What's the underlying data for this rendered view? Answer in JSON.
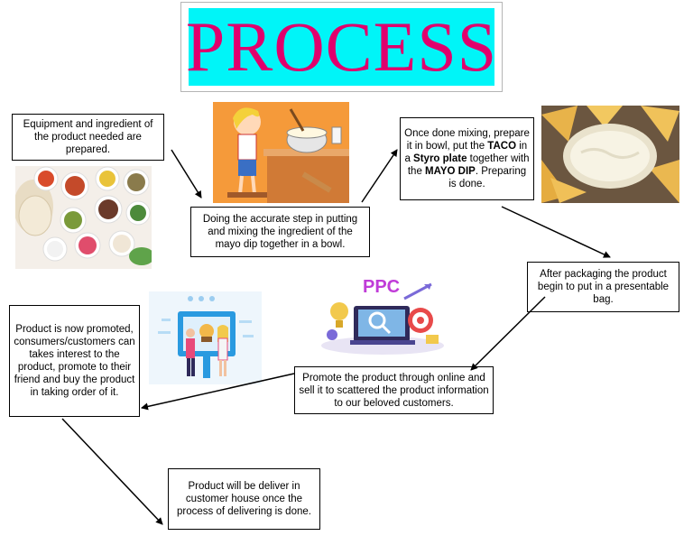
{
  "title": "PROCESS",
  "steps": {
    "s1": "Equipment and ingredient of the product needed are prepared.",
    "s2": "Doing the accurate step in putting and mixing the ingredient of the mayo dip together in a bowl.",
    "s3": {
      "p1": "Once done mixing, prepare it in bowl, put the ",
      "b1": "TACO",
      "p2": " in a ",
      "b2": "Styro plate",
      "p3": " together with the ",
      "b3": "MAYO DIP",
      "p4": ". Preparing is done."
    },
    "s4": "After packaging the product begin to put in a presentable bag.",
    "s5": "Promote the product through online and sell it to scattered the product information to our beloved customers.",
    "s6": "Product is now promoted, consumers/customers can takes interest to the product, promote to their friend and buy the product in taking order of it.",
    "s7": "Product will be deliver in customer house once the process of delivering is done."
  },
  "ppc_label": "PPC",
  "colors": {
    "title_bg": "#00f5f8",
    "title_text": "#e0006d"
  }
}
